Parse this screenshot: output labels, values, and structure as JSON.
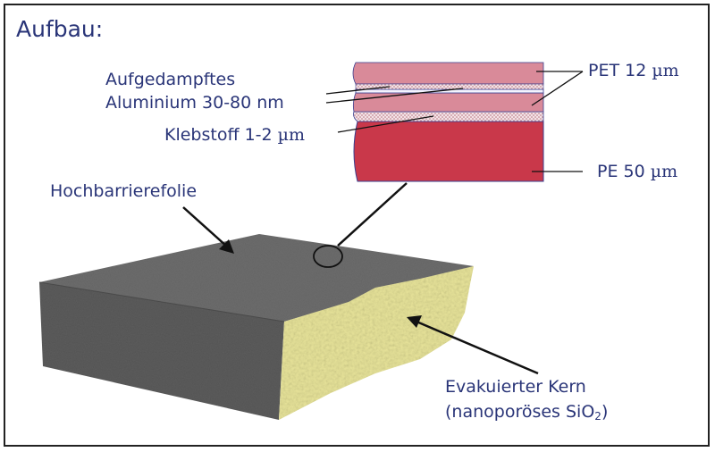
{
  "title": "Aufbau:",
  "layers": {
    "aluminium_line1": "Aufgedampftes",
    "aluminium_line2": "Aluminium 30-80 nm",
    "adhesive": "Klebstoff 1-2 ",
    "adhesive_unit": "µm",
    "pet": "PET 12 ",
    "pet_unit": "µm",
    "pe": "PE 50 ",
    "pe_unit": "µm"
  },
  "panel": {
    "film_label": "Hochbarrierefolie",
    "core_line1": "Evakuierter Kern",
    "core_line2_prefix": "(nanoporöses SiO",
    "core_line2_sub": "2",
    "core_line2_suffix": ")"
  },
  "colors": {
    "label_text": "#2a3578",
    "pet_layer": "#d98a99",
    "pe_layer": "#c9384a",
    "panel_top": "#6b6b6b",
    "panel_side": "#5a5a5a",
    "core": "#e8e49a",
    "layer_outline": "#3a3f8f"
  }
}
